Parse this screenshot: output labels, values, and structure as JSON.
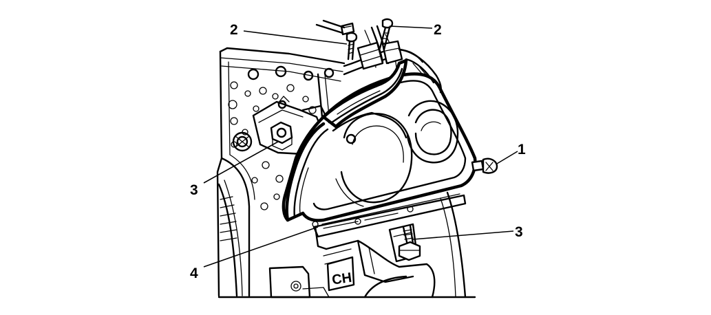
{
  "callouts": [
    {
      "id": "bolt-top-left",
      "label": "2"
    },
    {
      "id": "bolt-top-right",
      "label": "2"
    },
    {
      "id": "bolt-right",
      "label": "1"
    },
    {
      "id": "nut-left",
      "label": "3"
    },
    {
      "id": "nut-bottom",
      "label": "3"
    },
    {
      "id": "headlamp-assembly",
      "label": "4"
    }
  ],
  "embossed_text": {
    "housing_mark": "CH"
  },
  "colors": {
    "line": "#000000",
    "background": "#ffffff"
  }
}
